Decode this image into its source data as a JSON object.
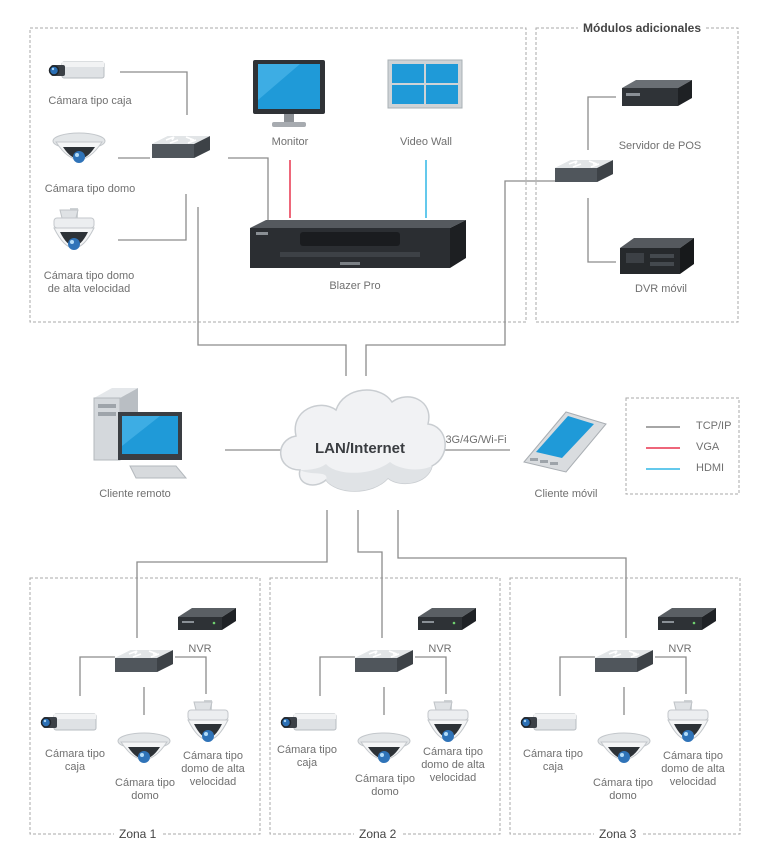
{
  "labels": {
    "cam_box": "Cámara tipo caja",
    "cam_dome": "Cámara tipo domo",
    "cam_ptz": "Cámara tipo domo\nde alta velocidad",
    "monitor": "Monitor",
    "videowall": "Video Wall",
    "nvr_main": "Blazer Pro",
    "modules_title": "Módulos adicionales",
    "pos_server": "Servidor de POS",
    "mobile_dvr": "DVR móvil",
    "cloud": "LAN/Internet",
    "remote_client": "Cliente remoto",
    "mobile_client": "Cliente móvil",
    "wireless": "3G/4G/Wi-Fi"
  },
  "legend": [
    {
      "label": "TCP/IP",
      "color": "#888888"
    },
    {
      "label": "VGA",
      "color": "#e8344e"
    },
    {
      "label": "HDMI",
      "color": "#31b7e6"
    }
  ],
  "zone_labels": {
    "nvr": "NVR",
    "cam_box": "Cámara tipo\ncaja",
    "cam_dome": "Cámara tipo\ndomo",
    "cam_ptz": "Cámara tipo\ndomo de alta\nvelocidad"
  },
  "zones": [
    {
      "title": "Zona 1"
    },
    {
      "title": "Zona 2"
    },
    {
      "title": "Zona 3"
    }
  ]
}
